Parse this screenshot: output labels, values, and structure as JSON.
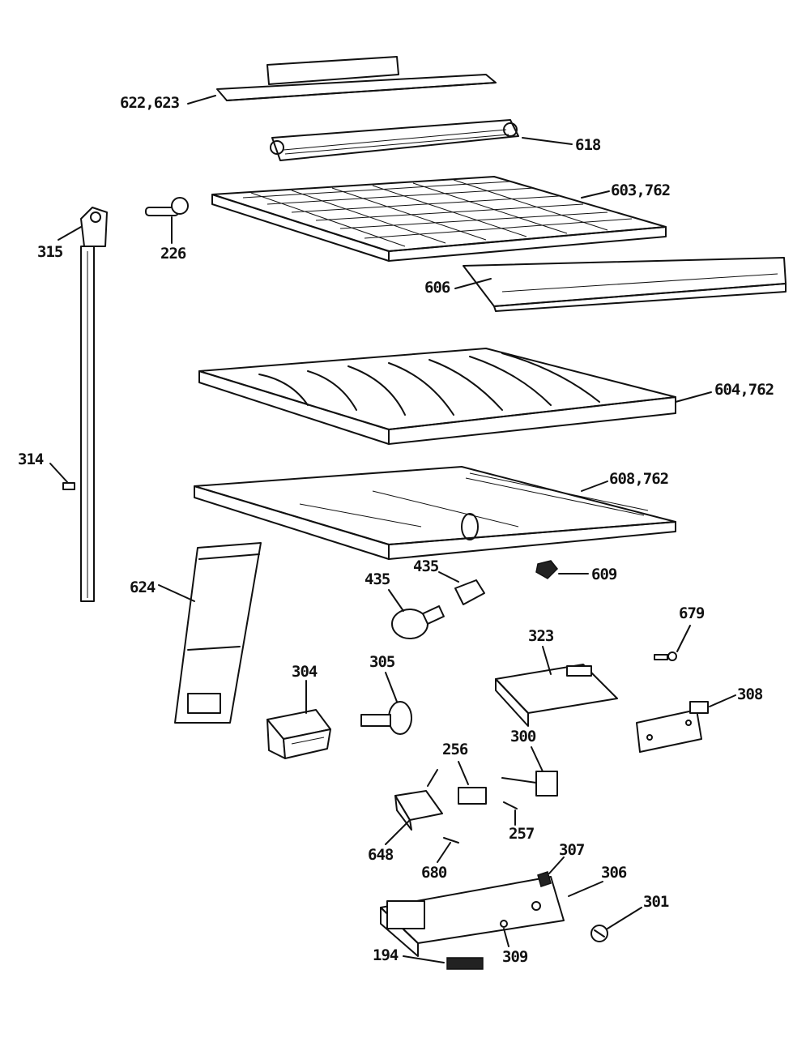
{
  "labels": {
    "l622_623": "622,623",
    "l618": "618",
    "l603_762": "603,762",
    "l315": "315",
    "l226": "226",
    "l606": "606",
    "l604_762": "604,762",
    "l314": "314",
    "l608_762": "608,762",
    "l624": "624",
    "l435a": "435",
    "l435b": "435",
    "l609": "609",
    "l679": "679",
    "l323": "323",
    "l304": "304",
    "l305": "305",
    "l308": "308",
    "l256": "256",
    "l300": "300",
    "l648": "648",
    "l257": "257",
    "l680": "680",
    "l307": "307",
    "l306": "306",
    "l301": "301",
    "l194": "194",
    "l309": "309"
  },
  "colors": {
    "ink": "#111111",
    "background": "#ffffff"
  }
}
